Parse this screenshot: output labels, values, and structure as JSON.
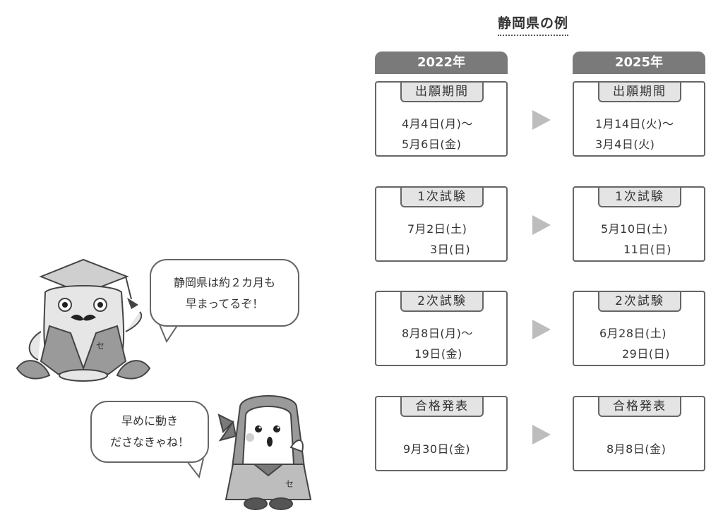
{
  "title": "静岡県の例",
  "columns": [
    {
      "year": "2022年"
    },
    {
      "year": "2025年"
    }
  ],
  "rows": [
    {
      "label": "出願期間",
      "left": [
        "4月4日(月)～",
        "5月6日(金)"
      ],
      "right": [
        "1月14日(火)～",
        "3月4日(火)"
      ]
    },
    {
      "label": "1次試験",
      "left": [
        "7月2日(土)",
        "3日(日)"
      ],
      "right": [
        "5月10日(土)",
        "11日(日)"
      ]
    },
    {
      "label": "2次試験",
      "left": [
        "8月8日(月)～",
        "19日(金)"
      ],
      "right": [
        "6月28日(土)",
        "29日(日)"
      ]
    },
    {
      "label": "合格発表",
      "left": [
        "9月30日(金)"
      ],
      "right": [
        "8月8日(金)"
      ]
    }
  ],
  "bubbles": {
    "teacher": [
      "静岡県は約２カ月も",
      "早まってるぞ！"
    ],
    "student": [
      "早めに動き",
      "ださなきゃね！"
    ]
  },
  "badge_letter": "セ",
  "colors": {
    "header": "#7a7a7a",
    "tag_fill": "#e4e4e4",
    "arrow": "#bdbdbd",
    "border": "#666666"
  }
}
